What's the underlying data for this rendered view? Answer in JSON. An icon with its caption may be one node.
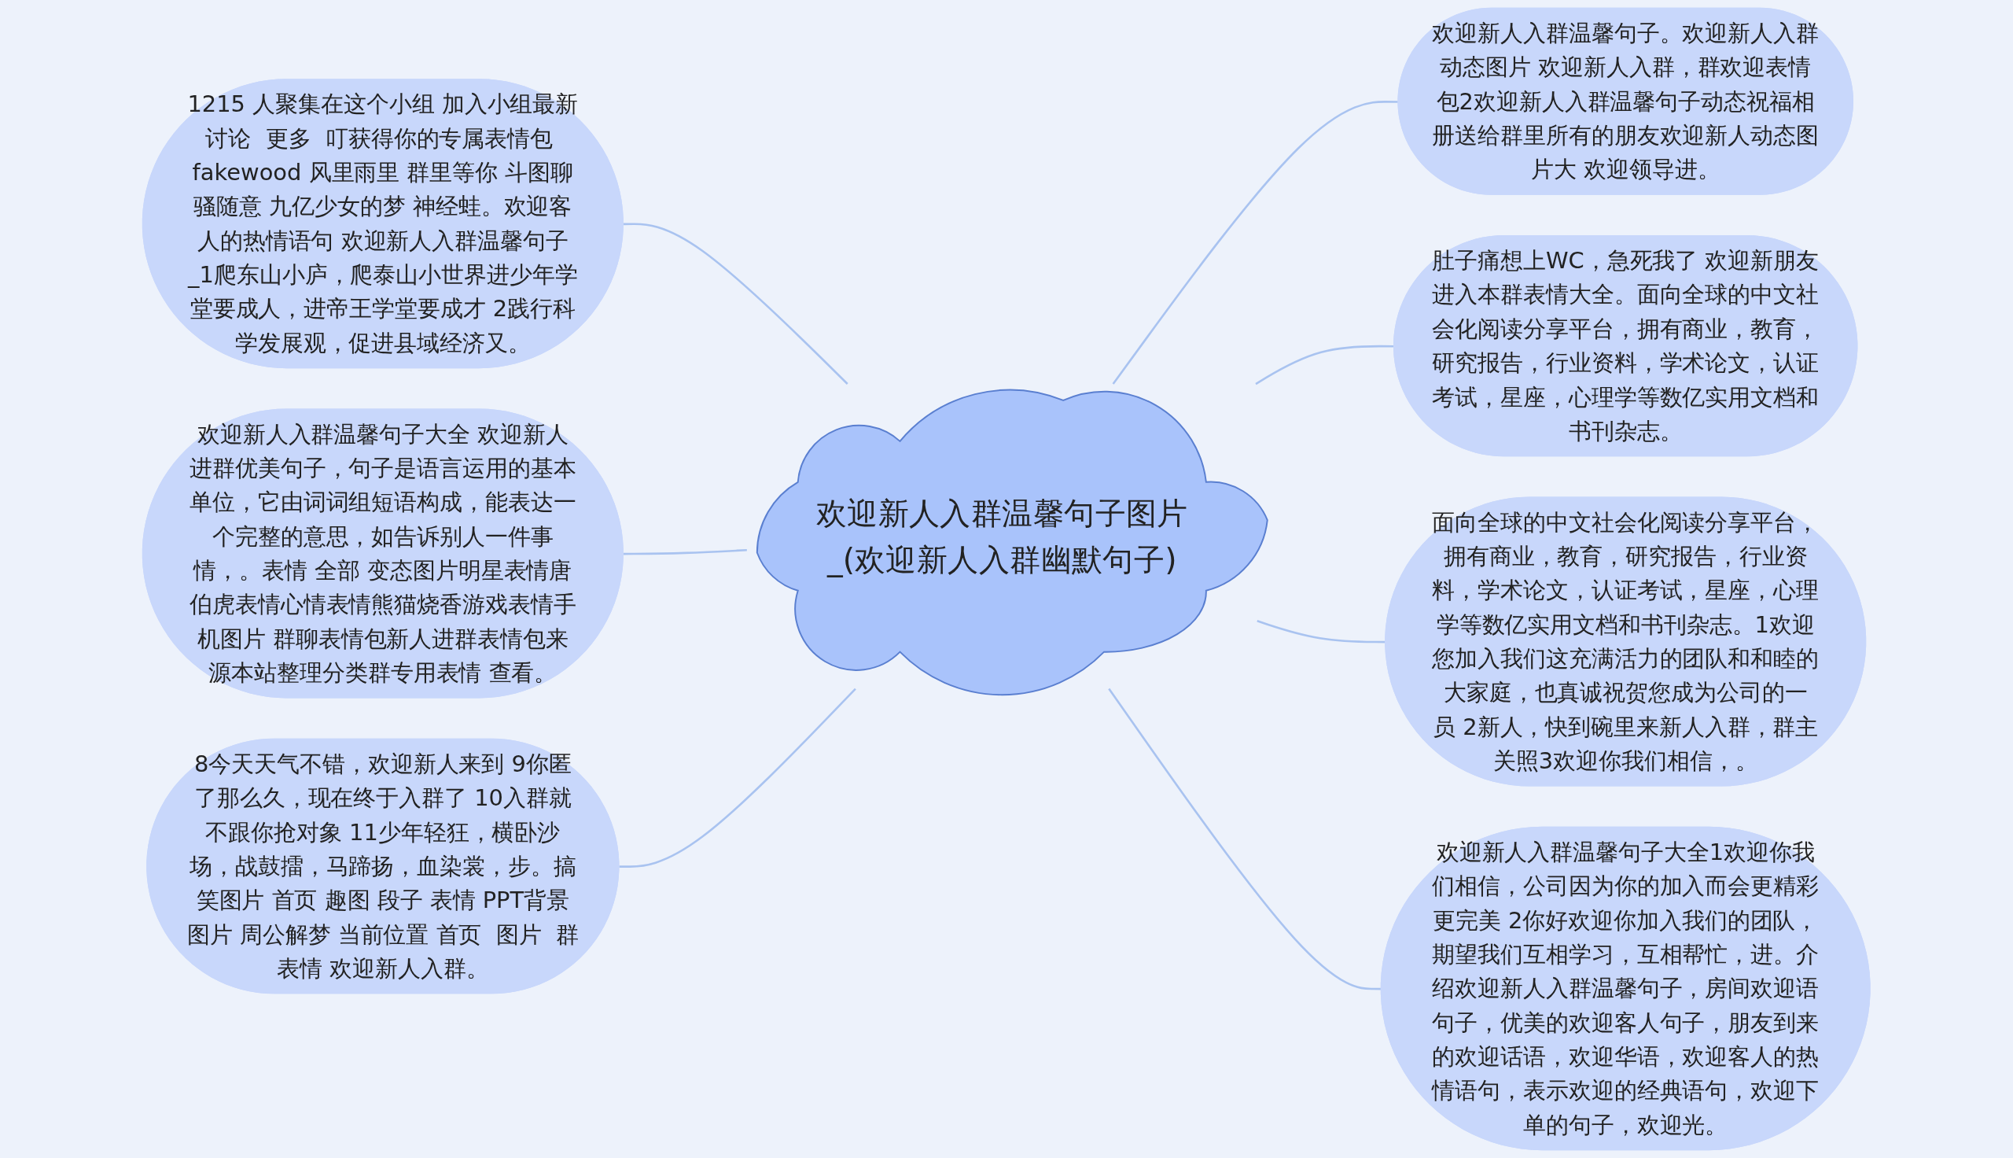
{
  "diagram": {
    "nodes": [
      {
        "text": [
          "欢迎新人入群温馨句子图片_(欢迎新人入群幽默句子)"
        ]
      },
      {
        "text": [
          "1215 人聚集在这个小组 加入小组最新讨论  更多  叮获得你的专属表情包 fakewood 风里雨里 群里等你 斗图聊骚随意 九亿少女的梦 神经蛙。欢迎客人的热情语句 欢迎新人入群温馨句子_1爬东山小庐，爬泰山小世界进少年学堂要成人，进帝王学堂要成才 2践行科学发展观，促进县域经济又。"
        ]
      },
      {
        "text": [
          "欢迎新人入群温馨句子大全 欢迎新人进群优美句子，句子是语言运用的基本单位，它由词词组短语构成，能表达一个完整的意思，如告诉别人一件事情，。表情 全部 变态图片明星表情唐伯虎表情心情表情熊猫烧香游戏表情手机图片 群聊表情包新人进群表情包来源本站整理分类群专用表情 查看。"
        ]
      },
      {
        "text": [
          "8今天天气不错，欢迎新人来到 9你匿了那么久，现在终于入群了 10入群就不跟你抢对象 11少年轻狂，横卧沙场，战鼓擂，马蹄扬，血染裳，步。搞笑图片 首页 趣图 段子 表情 PPT背景图片 周公解梦 当前位置 首页  图片  群表情 欢迎新人入群。"
        ]
      },
      {
        "text": [
          "欢迎新人入群温馨句子。欢迎新人入群动态图片 欢迎新人入群，群欢迎表情包2欢迎新人入群温馨句子动态祝福相册送给群里所有的朋友欢迎新人动态图片大 欢迎领导进。"
        ]
      },
      {
        "text": [
          "肚子痛想上WC，急死我了 欢迎新朋友进入本群表情大全。面向全球的中文社会化阅读分享平台，拥有商业，教育，研究报告，行业资料，学术论文，认证考试，星座，心理学等数亿实用文档和书刊杂志。"
        ]
      },
      {
        "text": [
          "面向全球的中文社会化阅读分享平台，拥有商业，教育，研究报告，行业资料，学术论文，认证考试，星座，心理学等数亿实用文档和书刊杂志。1欢迎您加入我们这充满活力的团队和和睦的大家庭，也真诚祝贺您成为公司的一员 2新人，快到碗里来新人入群，群主关照3欢迎你我们相信，。"
        ]
      },
      {
        "text": [
          "欢迎新人入群温馨句子大全1欢迎你我们相信，公司因为你的加入而会更精彩更完美 2你好欢迎你加入我们的团队，期望我们互相学习，互相帮忙，进。介绍欢迎新人入群温馨句子，房间欢迎语句子，优美的欢迎客人句子，朋友到来的欢迎话语，欢迎华语，欢迎客人的热情语句，表示欢迎的经典语句，欢迎下单的句子，欢迎光。"
        ]
      }
    ],
    "edges": [
      {
        "from": 1,
        "to": 0,
        "arrow": "none"
      },
      {
        "from": 2,
        "to": 0,
        "arrow": "none"
      },
      {
        "from": 3,
        "to": 0,
        "arrow": "none"
      },
      {
        "from": 0,
        "to": 4,
        "arrow": "none"
      },
      {
        "from": 0,
        "to": 5,
        "arrow": "none"
      },
      {
        "from": 0,
        "to": 6,
        "arrow": "none"
      },
      {
        "from": 0,
        "to": 7,
        "arrow": "none"
      }
    ]
  }
}
